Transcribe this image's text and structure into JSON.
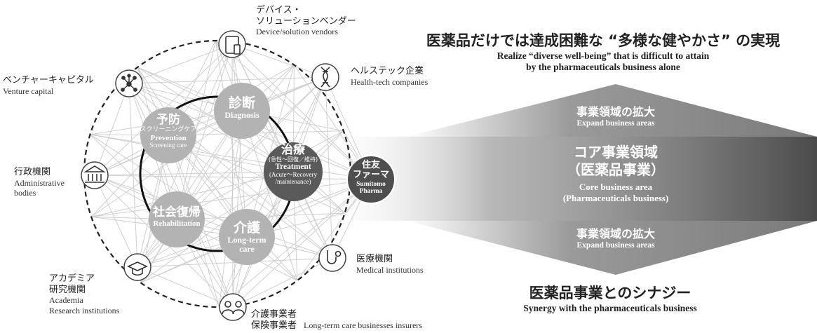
{
  "title": {
    "jp": "医薬品だけでは達成困難な “多様な健やかさ” の実現",
    "en_line1": "Realize “diverse well-being” that is difficult to attain",
    "en_line2": "by the pharmaceuticals business alone"
  },
  "synergy": {
    "jp": "医薬品事業とのシナジー",
    "en": "Synergy with the pharmaceuticals business"
  },
  "bands": {
    "expand_top_jp": "事業領域の拡大",
    "expand_top_en": "Expand business areas",
    "core_jp_1": "コア事業領域",
    "core_jp_2": "（医薬品事業）",
    "core_en_1": "Core business area",
    "core_en_2": "(Pharmaceuticals business)",
    "expand_bottom_jp": "事業領域の拡大",
    "expand_bottom_en": "Expand business areas"
  },
  "center": {
    "company_jp_1": "住友",
    "company_jp_2": "ファーマ",
    "company_en_1": "Sumitomo",
    "company_en_2": "Pharma"
  },
  "domains": {
    "diagnosis": {
      "jp": "診断",
      "en": "Diagnosis"
    },
    "prevention": {
      "jp": "予防",
      "sub_jp": "スクリーニングケア",
      "en": "Prevention",
      "sub_en": "Screening care"
    },
    "treatment": {
      "jp": "治療",
      "sub_jp": "(急性～回復／維持)",
      "en": "Treatment",
      "sub_en_1": "(Acute～Recovery",
      "sub_en_2": "/maintenance)"
    },
    "rehabilitation": {
      "jp": "社会復帰",
      "en": "Rehabilitation"
    },
    "longterm": {
      "jp": "介護",
      "en_1": "Long-term",
      "en_2": "care"
    }
  },
  "partners": {
    "device": {
      "jp_1": "デバイス・",
      "jp_2": "ソリューションベンダー",
      "en": "Device/solution vendors",
      "icon": "tablet-icon"
    },
    "healthtech": {
      "jp": "ヘルステック企業",
      "en": "Health-tech companies",
      "icon": "dna-icon"
    },
    "venture": {
      "jp": "ベンチャーキャピタル",
      "en": "Venture capital",
      "icon": "network-icon"
    },
    "admin": {
      "jp": "行政機関",
      "en_1": "Administrative",
      "en_2": "bodies",
      "icon": "government-building-icon"
    },
    "academia": {
      "jp_1": "アカデミア",
      "jp_2": "研究機関",
      "en_1": "Academia",
      "en_2": "Research institutions",
      "icon": "graduation-cap-icon"
    },
    "care": {
      "jp_1": "介護事業者",
      "jp_2": "保険事業者",
      "en": "Long-term care businesses insurers",
      "icon": "people-icon"
    },
    "medical": {
      "jp": "医療機関",
      "en": "Medical institutions",
      "icon": "stethoscope-icon"
    }
  },
  "colors": {
    "dark_band": "#555555",
    "bubble_light": "#b3b3b3",
    "bubble_dark": "#5a5a5a",
    "mesh_line": "#cfcfcf"
  }
}
